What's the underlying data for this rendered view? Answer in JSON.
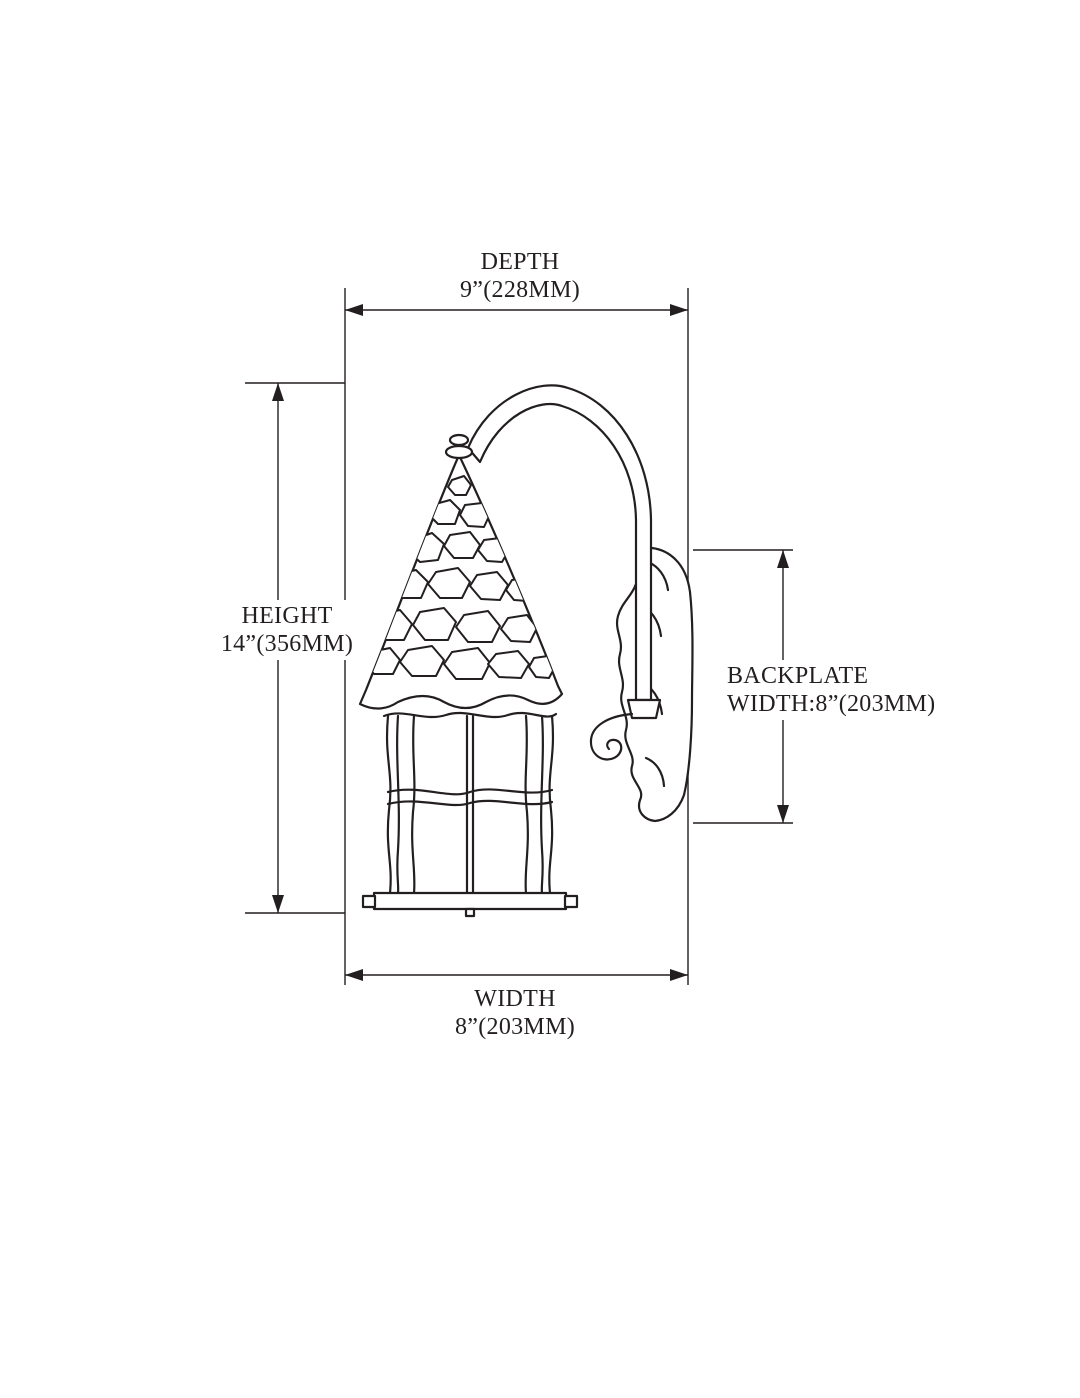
{
  "page": {
    "background": "#ffffff",
    "line_color": "#231f20",
    "description": "Technical dimension line drawing of a rustic outdoor wall sconce lantern with conical cobblestone roof, caged cylindrical body, scroll arm and scalloped backplate"
  },
  "dimensions": {
    "depth": {
      "label": "DEPTH",
      "value": "9”(228MM)"
    },
    "height": {
      "label": "HEIGHT",
      "value": "14”(356MM)"
    },
    "backplate": {
      "label": "BACKPLATE",
      "value": "WIDTH:8”(203MM)"
    },
    "width": {
      "label": "WIDTH",
      "value": "8”(203MM)"
    }
  }
}
